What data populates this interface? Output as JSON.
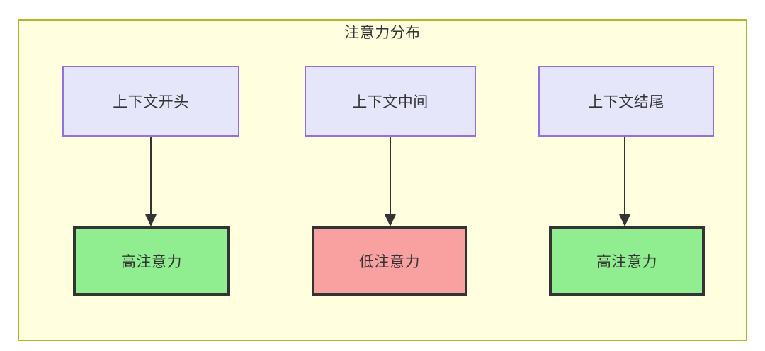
{
  "diagram": {
    "title": "注意力分布",
    "frame_fill": "#FFFFE0",
    "frame_border": "#AEB82B",
    "context_fill": "#E6E6FA",
    "context_border": "#9370DB",
    "high_fill": "#90EE90",
    "low_fill": "#F9A1A1",
    "node_border": "#333333",
    "text_color": "#333333",
    "columns": [
      {
        "context_label": "上下文开头",
        "attention_label": "高注意力",
        "attention_level": "high"
      },
      {
        "context_label": "上下文中间",
        "attention_label": "低注意力",
        "attention_level": "low"
      },
      {
        "context_label": "上下文结尾",
        "attention_label": "高注意力",
        "attention_level": "high"
      }
    ]
  }
}
